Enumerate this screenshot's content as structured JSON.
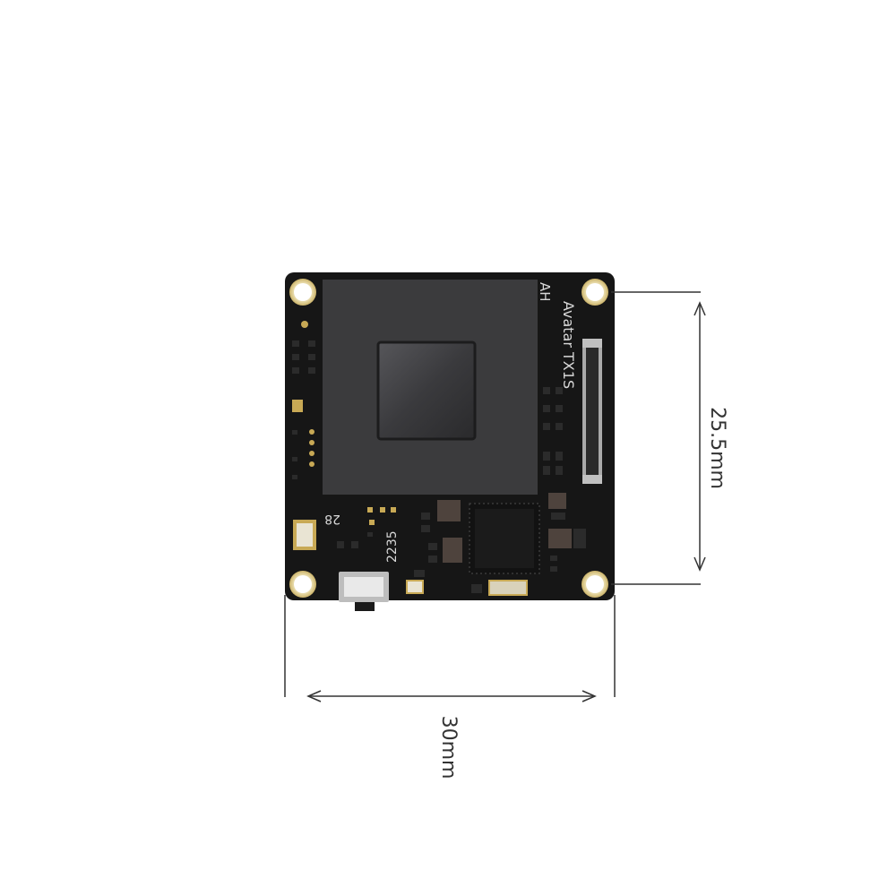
{
  "dimensions": {
    "width_label": "30mm",
    "height_label": "25.5mm"
  },
  "board": {
    "model_text": "Avatar TX1S",
    "corner_text": "AH",
    "code_28": "28",
    "code_2235": "2235"
  },
  "colors": {
    "pcb": "#161616",
    "shield": "#3a3a3c",
    "sensor": "#2f2f31",
    "pad_gold": "#c8a955",
    "dim_line": "#333333"
  }
}
